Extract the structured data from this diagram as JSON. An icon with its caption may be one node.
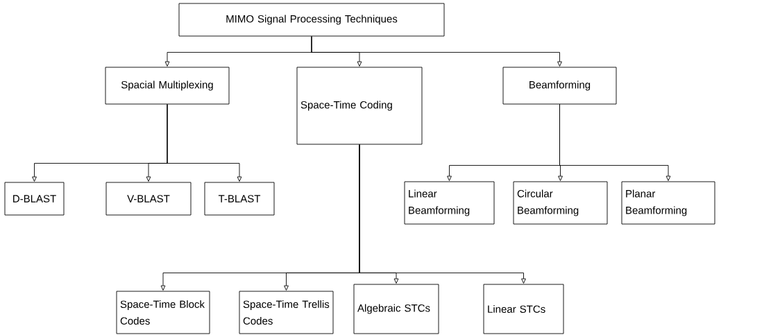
{
  "diagram": {
    "nodes": [
      {
        "text": [
          "MIMO Signal Processing Techniques"
        ]
      },
      {
        "text": [
          "Spacial Multiplexing"
        ]
      },
      {
        "text": [
          "Space-Time Coding"
        ]
      },
      {
        "text": [
          "Beamforming"
        ]
      },
      {
        "text": [
          "D-BLAST"
        ]
      },
      {
        "text": [
          "V-BLAST"
        ]
      },
      {
        "text": [
          "T-BLAST"
        ]
      },
      {
        "text": [
          "Linear Beamforming"
        ]
      },
      {
        "text": [
          "Circular Beamforming"
        ]
      },
      {
        "text": [
          "Planar Beamforming"
        ]
      },
      {
        "text": [
          "Space-Time Block Codes"
        ]
      },
      {
        "text": [
          "Space-Time Trellis Codes"
        ]
      },
      {
        "text": [
          "Algebraic STCs"
        ]
      },
      {
        "text": [
          "Linear STCs"
        ]
      }
    ],
    "edges": [
      {
        "from": 0,
        "to": 1,
        "arrow": "to"
      },
      {
        "from": 0,
        "to": 2,
        "arrow": "to"
      },
      {
        "from": 0,
        "to": 3,
        "arrow": "to"
      },
      {
        "from": 1,
        "to": 4,
        "arrow": "to"
      },
      {
        "from": 1,
        "to": 5,
        "arrow": "to"
      },
      {
        "from": 1,
        "to": 6,
        "arrow": "to"
      },
      {
        "from": 3,
        "to": 7,
        "arrow": "to"
      },
      {
        "from": 3,
        "to": 8,
        "arrow": "to"
      },
      {
        "from": 3,
        "to": 9,
        "arrow": "to"
      },
      {
        "from": 2,
        "to": 10,
        "arrow": "to"
      },
      {
        "from": 2,
        "to": 11,
        "arrow": "to"
      },
      {
        "from": 2,
        "to": 12,
        "arrow": "to"
      },
      {
        "from": 2,
        "to": 13,
        "arrow": "to"
      }
    ]
  }
}
